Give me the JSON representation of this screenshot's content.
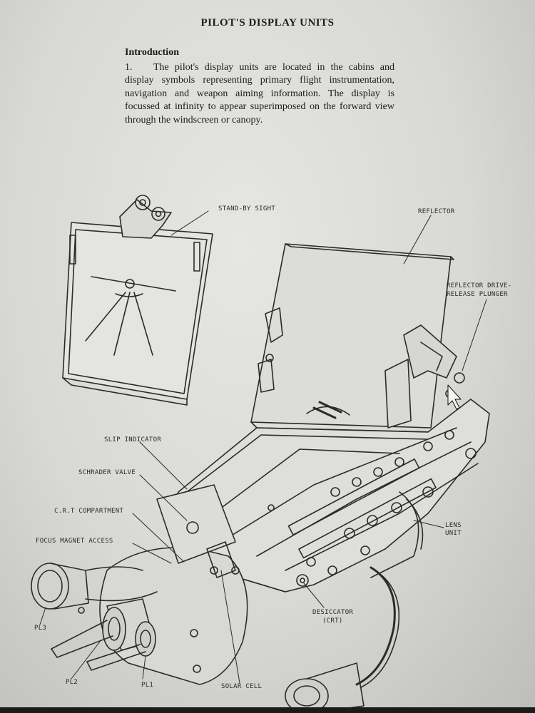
{
  "document": {
    "title": "PILOT'S DISPLAY UNITS",
    "section_heading": "Introduction",
    "paragraph_number": "1.",
    "paragraph_text": "The pilot's display units are located in the cabins and display symbols representing primary flight instrumentation, navigation and weapon aiming information. The display is focussed at infinity to appear superimposed on the forward view through the windscreen or canopy."
  },
  "figure": {
    "labels": {
      "stand_by_sight": "STAND-BY SIGHT",
      "reflector": "REFLECTOR",
      "reflector_drive_1": "REFLECTOR DRIVE-",
      "reflector_drive_2": "RELEASE PLUNGER",
      "slip_indicator": "SLIP INDICATOR",
      "schrader_valve": "SCHRADER VALVE",
      "crt_compartment": "C.R.T COMPARTMENT",
      "focus_magnet_access": "FOCUS MAGNET ACCESS",
      "lens_unit_1": "LENS",
      "lens_unit_2": "UNIT",
      "desiccator_1": "DESICCATOR",
      "desiccator_2": "(CRT)",
      "pl3": "PL3",
      "pl2": "PL2",
      "pl1": "PL1",
      "solar_cell": "SOLAR CELL"
    }
  }
}
